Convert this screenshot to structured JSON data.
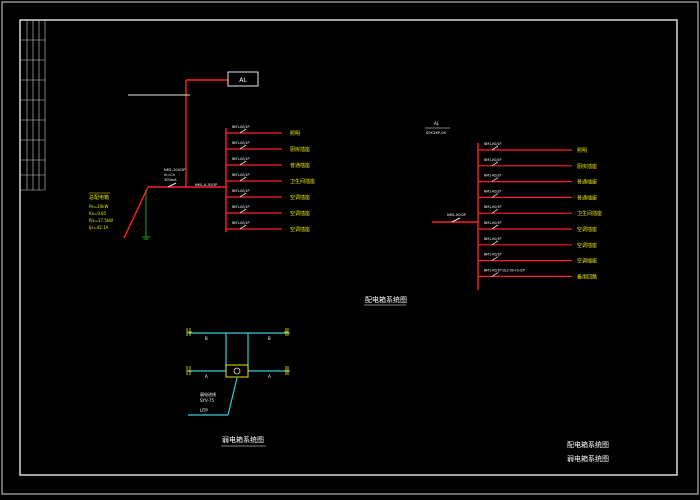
{
  "colors": {
    "background": "#000000",
    "frame": "#e8e8e8",
    "power_line": "#ff2020",
    "label_white": "#ffffff",
    "label_yellow": "#e8e800",
    "ground_green": "#22cc22",
    "weak_cyan": "#33ccdd"
  },
  "left_panel": {
    "box_label": "AL",
    "main_breaker_lines": [
      "NM1-100/3P",
      "In=Ch",
      "300mA"
    ],
    "main_breaker_tag": "NM1-K-30/3P",
    "incoming_lines": [
      "总配电箱",
      "Pe=20kW",
      "Kx=0.85",
      "Pjs=17.5kW",
      "Ijs=42.1A"
    ],
    "circuits": [
      {
        "spec": "NM1-K0/1P",
        "sub": "",
        "name": "照明"
      },
      {
        "spec": "NM1-K0/1P",
        "sub": "",
        "name": "厨房插座"
      },
      {
        "spec": "NM1-K0/1P",
        "sub": "",
        "name": "普通插座"
      },
      {
        "spec": "NM1-K0/1P",
        "sub": "",
        "name": "卫生间插座"
      },
      {
        "spec": "NM1-K0/1P",
        "sub": "",
        "name": "空调插座"
      },
      {
        "spec": "NM1-K0/1P",
        "sub": "",
        "name": "空调插座"
      },
      {
        "spec": "NM1-K0/1P",
        "sub": "",
        "name": "空调插座"
      }
    ]
  },
  "right_panel": {
    "top_label": "AL",
    "top_sub": "S0Y-2KP-0X",
    "main_tag": "NM1-K0/2P",
    "circuits": [
      {
        "spec": "NM1-K0/1P",
        "name": "照明"
      },
      {
        "spec": "NM1-K0/1P",
        "name": "厨房插座"
      },
      {
        "spec": "NM1-K0/1P",
        "name": "普通插座"
      },
      {
        "spec": "NM1-K0/1P",
        "name": "普通插座"
      },
      {
        "spec": "NM1-K0/1P",
        "name": "卫生间插座"
      },
      {
        "spec": "NM1-K0/1P",
        "name": "空调插座"
      },
      {
        "spec": "NM1-K0/1P",
        "name": "空调插座"
      },
      {
        "spec": "NM1-K0/1P",
        "name": "空调插座"
      },
      {
        "spec": "NM1-K0/1P  DL2-00+0-/2P",
        "name": "备用回路"
      }
    ]
  },
  "titles": {
    "center_title": "配电箱系统图",
    "weak_title": "弱电箱系统图",
    "legend_1": "配电箱系统图",
    "legend_2": "弱电箱系统图"
  },
  "weak_box": {
    "label_left_a": "A",
    "label_left_b": "B",
    "label_right_a": "A",
    "label_right_b": "B",
    "incoming_lines": [
      "弱电进线",
      "SYV-75",
      "UTP"
    ]
  }
}
